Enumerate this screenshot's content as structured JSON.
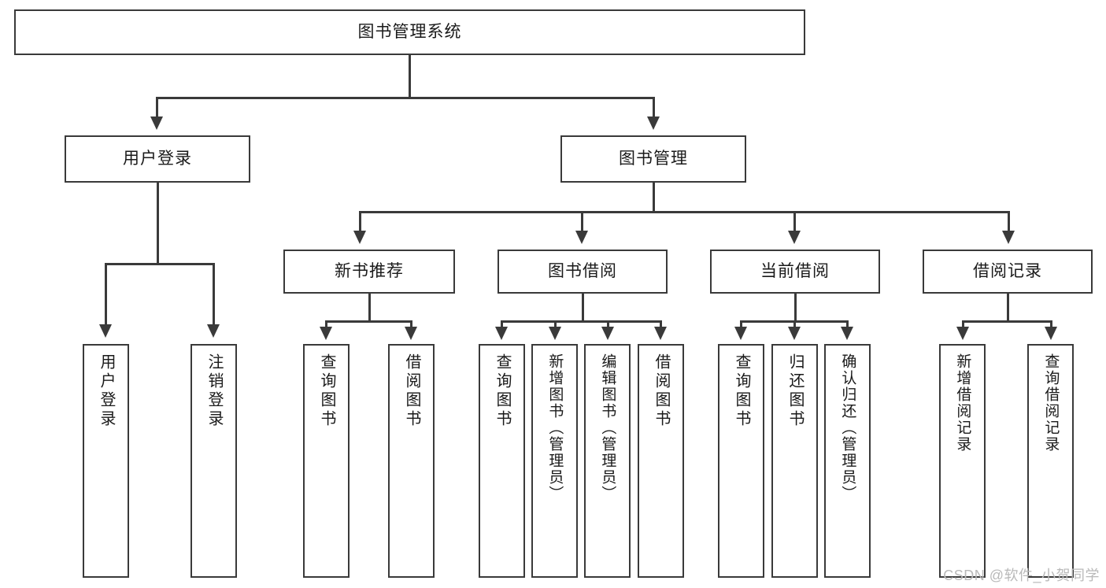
{
  "diagram": {
    "type": "tree",
    "title": "图书管理系统",
    "orientation": "top-down",
    "colors": {
      "box_border": "#3a3a3a",
      "box_fill": "#ffffff",
      "connector": "#3a3a3a",
      "text": "#1a1a1a",
      "watermark": "#b9b9b9",
      "background": "#ffffff"
    },
    "root": {
      "label": "图书管理系统"
    },
    "level2": [
      {
        "label": "用户登录"
      },
      {
        "label": "图书管理"
      }
    ],
    "level3": [
      {
        "label": "新书推荐"
      },
      {
        "label": "图书借阅"
      },
      {
        "label": "当前借阅"
      },
      {
        "label": "借阅记录"
      }
    ],
    "leaves": {
      "user_login": [
        {
          "label": "用户登录"
        },
        {
          "label": "注销登录"
        }
      ],
      "new_book_recommend": [
        {
          "label": "查询图书"
        },
        {
          "label": "借阅图书"
        }
      ],
      "book_borrow": [
        {
          "label": "查询图书"
        },
        {
          "label": "新增图书（管理员）"
        },
        {
          "label": "编辑图书（管理员）"
        },
        {
          "label": "借阅图书"
        }
      ],
      "current_borrow": [
        {
          "label": "查询图书"
        },
        {
          "label": "归还图书"
        },
        {
          "label": "确认归还（管理员）"
        }
      ],
      "borrow_record": [
        {
          "label": "新增借阅记录"
        },
        {
          "label": "查询借阅记录"
        }
      ]
    }
  },
  "watermark": {
    "text": "CSDN @软件_小贺同学"
  }
}
